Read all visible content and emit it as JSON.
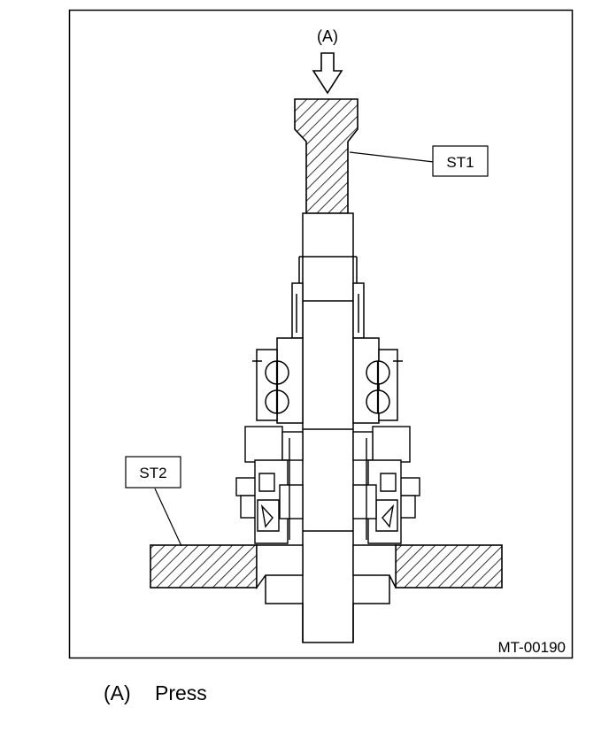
{
  "figure": {
    "arrow_label": "(A)",
    "callouts": {
      "st1": "ST1",
      "st2": "ST2"
    },
    "figure_id": "MT-00190"
  },
  "legend": [
    {
      "key": "(A)",
      "text": "Press"
    }
  ]
}
